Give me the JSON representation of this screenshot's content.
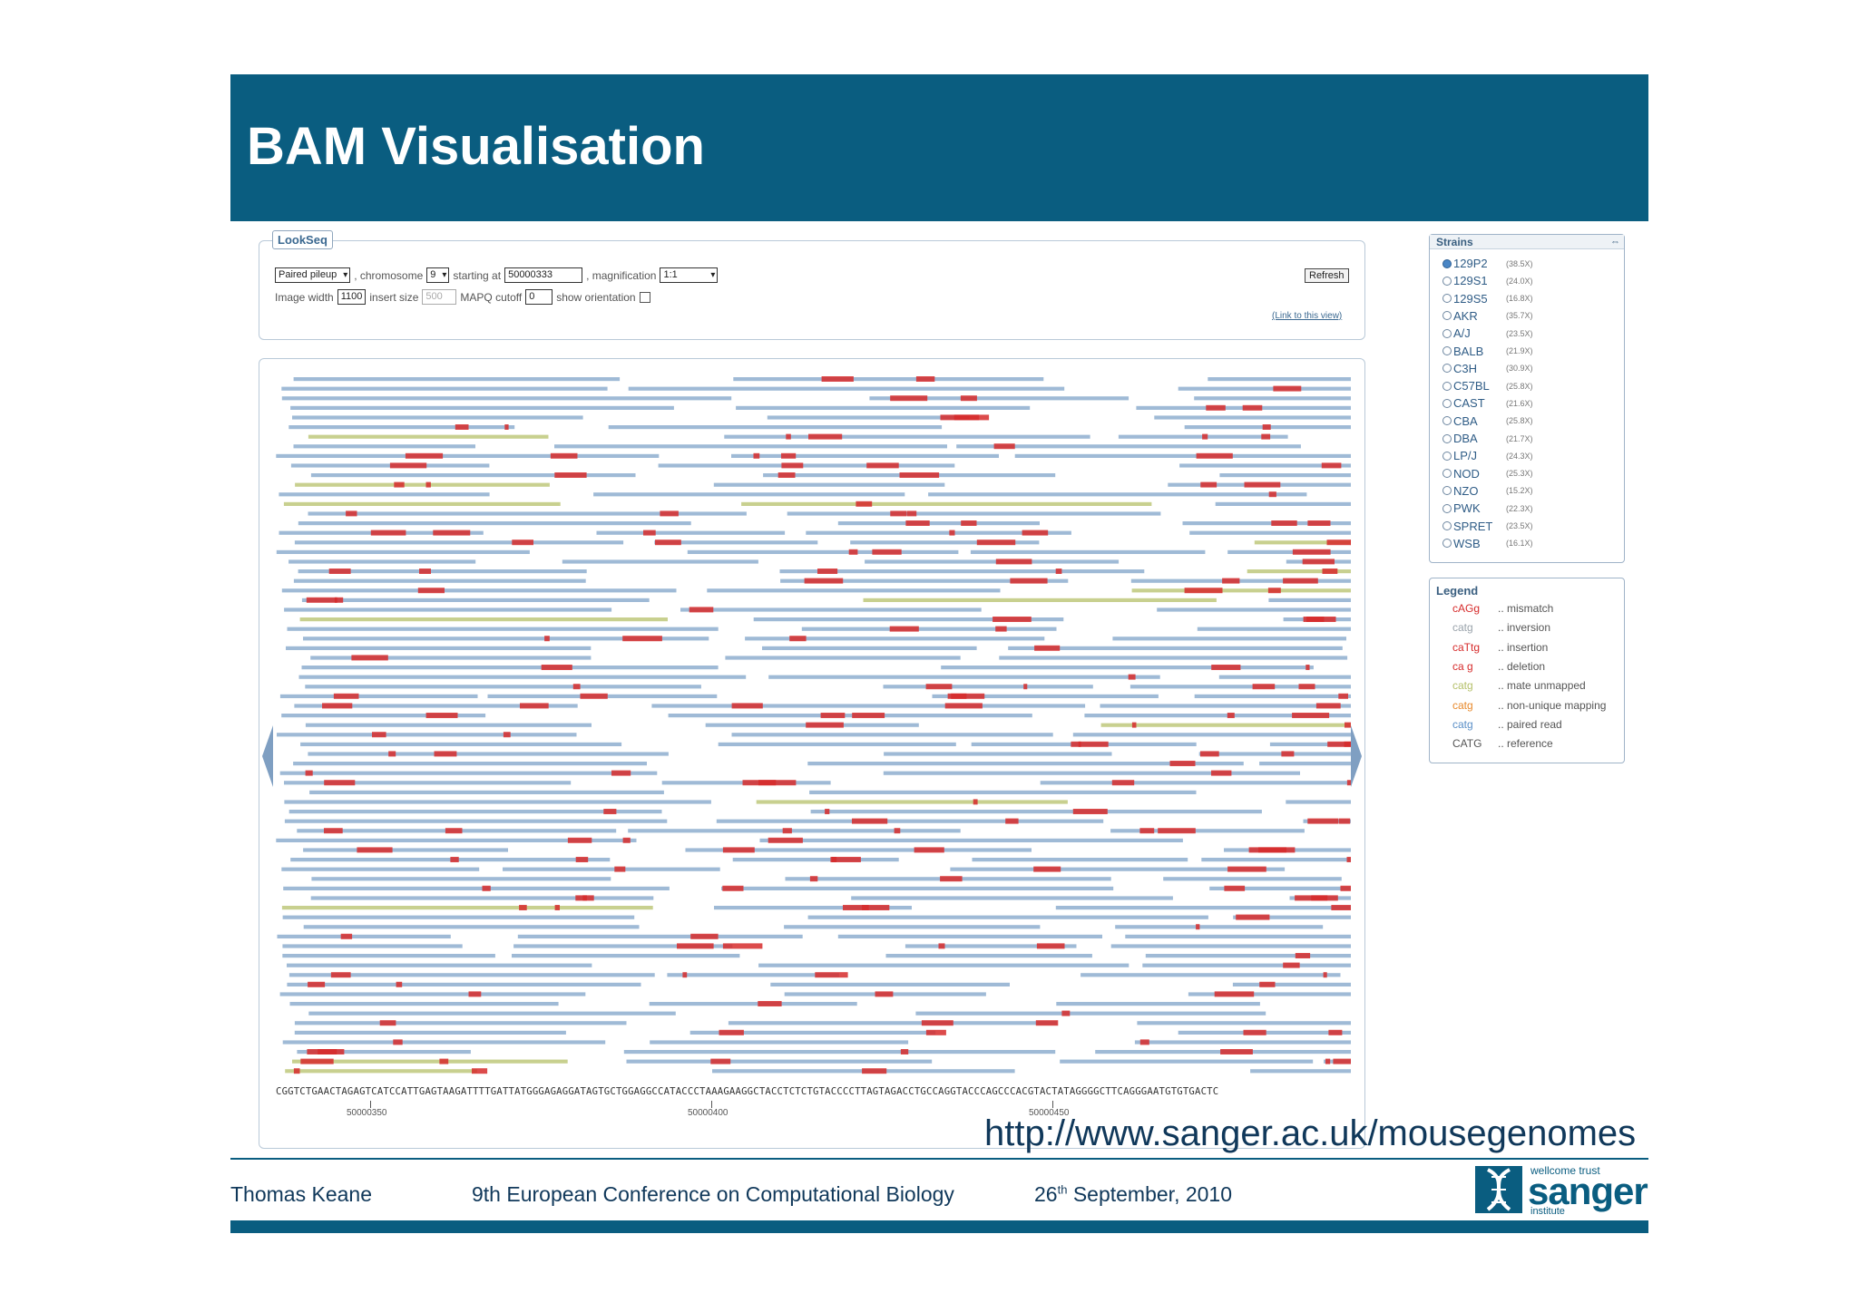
{
  "slide": {
    "title": "BAM Visualisation",
    "url": "http://www.sanger.ac.uk/mousegenomes",
    "author": "Thomas Keane",
    "conference": "9th European Conference on Computational Biology",
    "date_day": "26",
    "date_suffix": "th",
    "date_rest": " September, 2010"
  },
  "logo": {
    "top_text": "wellcome trust",
    "name": "sanger",
    "bottom_text": "institute"
  },
  "lookseq": {
    "tab_label": "LookSeq",
    "view_select": "Paired pileup",
    "chromosome_label": ", chromosome",
    "chromosome_value": "9",
    "starting_label": "starting at",
    "starting_value": "50000333",
    "magnification_label": ", magnification",
    "magnification_value": "1:1",
    "image_width_label": "Image width",
    "image_width_value": "1100",
    "insert_size_label": "insert size",
    "insert_size_value": "500",
    "mapq_label": "MAPQ cutoff",
    "mapq_value": "0",
    "orientation_label": "show orientation",
    "refresh_label": "Refresh",
    "link_label": "(Link to this view)"
  },
  "alignment": {
    "reference": "CGGTCTGAACTAGAGTCATCCATTGAGTAAGATTTTGATTATGGGAGAGGATAGTGCTGGAGGCCATACCCTAAAGAAGGCTACCTCTCTGTACCCCTTAGTAGACCTGCCAGGTACCCAGCCCACGTACTATAGGGGCTTCAGGGAATGTGTGACTC",
    "ticks": [
      "50000350",
      "50000400",
      "50000450"
    ]
  },
  "strains": {
    "title": "Strains",
    "selected": "129P2",
    "items": [
      {
        "name": "129P2",
        "coverage": "(38.5X)"
      },
      {
        "name": "129S1",
        "coverage": "(24.0X)"
      },
      {
        "name": "129S5",
        "coverage": "(16.8X)"
      },
      {
        "name": "AKR",
        "coverage": "(35.7X)"
      },
      {
        "name": "A/J",
        "coverage": "(23.5X)"
      },
      {
        "name": "BALB",
        "coverage": "(21.9X)"
      },
      {
        "name": "C3H",
        "coverage": "(30.9X)"
      },
      {
        "name": "C57BL",
        "coverage": "(25.8X)"
      },
      {
        "name": "CAST",
        "coverage": "(21.6X)"
      },
      {
        "name": "CBA",
        "coverage": "(25.8X)"
      },
      {
        "name": "DBA",
        "coverage": "(21.7X)"
      },
      {
        "name": "LP/J",
        "coverage": "(24.3X)"
      },
      {
        "name": "NOD",
        "coverage": "(25.3X)"
      },
      {
        "name": "NZO",
        "coverage": "(15.2X)"
      },
      {
        "name": "PWK",
        "coverage": "(22.3X)"
      },
      {
        "name": "SPRET",
        "coverage": "(23.5X)"
      },
      {
        "name": "WSB",
        "coverage": "(16.1X)"
      }
    ]
  },
  "legend": {
    "title": "Legend",
    "items": [
      {
        "sample": "cAGg",
        "desc": ".. mismatch",
        "color": "#d62b2b"
      },
      {
        "sample": "catg",
        "desc": ".. inversion",
        "color": "#9aa3ab"
      },
      {
        "sample": "caTtg",
        "desc": ".. insertion",
        "color": "#d62b2b"
      },
      {
        "sample": "ca g",
        "desc": ".. deletion",
        "color": "#d62b2b"
      },
      {
        "sample": "catg",
        "desc": ".. mate unmapped",
        "color": "#b5c06a"
      },
      {
        "sample": "catg",
        "desc": ".. non-unique mapping",
        "color": "#e8892b"
      },
      {
        "sample": "catg",
        "desc": ".. paired read",
        "color": "#5a8fc7"
      },
      {
        "sample": "CATG",
        "desc": ".. reference",
        "color": "#555555"
      }
    ]
  },
  "colors": {
    "brand": "#0a5d80",
    "read": "#7fa3c8",
    "mismatch": "#d62b2b",
    "mate_unmapped": "#b5c06a"
  }
}
